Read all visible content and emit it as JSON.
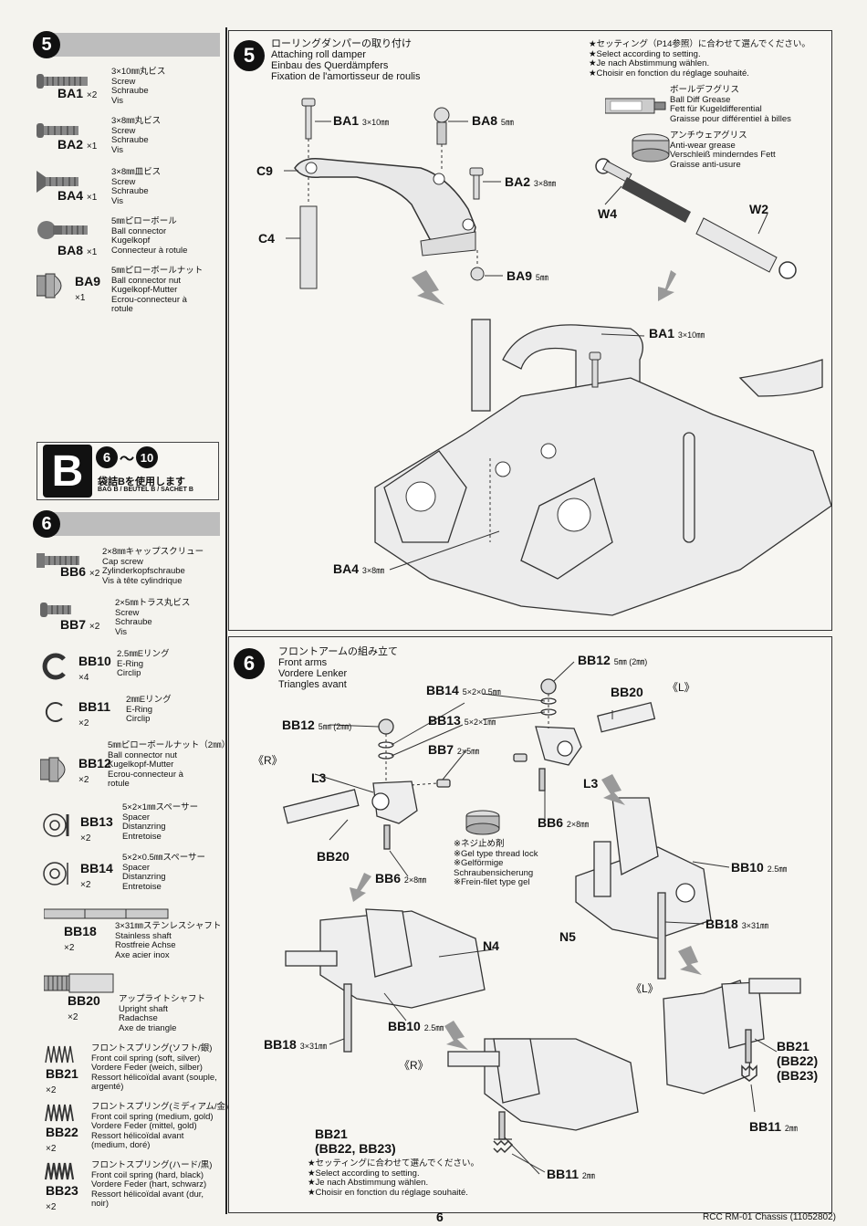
{
  "sidebar": {
    "step5": {
      "number": "5",
      "parts": [
        {
          "code": "BA1",
          "count": "×2",
          "desc": "3×10㎜丸ビス\nScrew\nSchraube\nVis"
        },
        {
          "code": "BA2",
          "count": "×1",
          "desc": "3×8㎜丸ビス\nScrew\nSchraube\nVis"
        },
        {
          "code": "BA4",
          "count": "×1",
          "desc": "3×8㎜皿ビス\nScrew\nSchraube\nVis"
        },
        {
          "code": "BA8",
          "count": "×1",
          "desc": "5㎜ピローボール\nBall connector\nKugelkopf\nConnecteur à rotule"
        },
        {
          "code": "BA9",
          "count": "×1",
          "desc": "5㎜ピローボールナット\nBall connector nut\nKugelkopf-Mutter\nEcrou-connecteur à\nrotule"
        }
      ]
    },
    "bag": {
      "letter": "B",
      "range_start": "6",
      "range_sep": "〜",
      "range_end": "10",
      "jp": "袋詰Bを使用します",
      "en": "BAG B / BEUTEL B / SACHET B"
    },
    "step6": {
      "number": "6",
      "parts": [
        {
          "code": "BB6",
          "count": "×2",
          "desc": "2×8㎜キャップスクリュー\nCap screw\nZylinderkopfschraube\nVis à tête cylindrique"
        },
        {
          "code": "BB7",
          "count": "×2",
          "desc": "2×5㎜トラス丸ビス\nScrew\nSchraube\nVis"
        },
        {
          "code": "BB10",
          "count": "×4",
          "desc": "2.5㎜Eリング\nE-Ring\nCirclip"
        },
        {
          "code": "BB11",
          "count": "×2",
          "desc": "2㎜Eリング\nE-Ring\nCirclip"
        },
        {
          "code": "BB12",
          "count": "×2",
          "desc": "5㎜ピローボールナット（2㎜）\nBall connector nut\nKugelkopf-Mutter\nEcrou-connecteur à\nrotule"
        },
        {
          "code": "BB13",
          "count": "×2",
          "desc": "5×2×1㎜スペーサー\nSpacer\nDistanzring\nEntretoise"
        },
        {
          "code": "BB14",
          "count": "×2",
          "desc": "5×2×0.5㎜スペーサー\nSpacer\nDistanzring\nEntretoise"
        },
        {
          "code": "BB18",
          "count": "×2",
          "desc": "3×31㎜ステンレスシャフト\nStainless shaft\nRostfreie Achse\nAxe acier inox"
        },
        {
          "code": "BB20",
          "count": "×2",
          "desc": "アップライトシャフト\nUpright shaft\nRadachse\nAxe de triangle"
        },
        {
          "code": "BB21",
          "count": "×2",
          "desc": "フロントスプリング(ソフト/銀)\nFront coil spring (soft, silver)\nVordere Feder (weich, silber)\nRessort hélicoïdal avant (souple,\nargenté)"
        },
        {
          "code": "BB22",
          "count": "×2",
          "desc": "フロントスプリング(ミディアム/金)\nFront coil spring (medium, gold)\nVordere Feder (mittel, gold)\nRessort hélicoïdal avant\n(medium, doré)"
        },
        {
          "code": "BB23",
          "count": "×2",
          "desc": "フロントスプリング(ハード/黒)\nFront coil spring (hard, black)\nVordere Feder (hart, schwarz)\nRessort hélicoïdal avant (dur,\nnoir)"
        }
      ]
    }
  },
  "panel5": {
    "number": "5",
    "title": "ローリングダンパーの取り付け\nAttaching roll damper\nEinbau des Querdämpfers\nFixation de l'amortisseur de roulis",
    "setting_note": "★セッティング（P14参照）に合わせて選んでください。\n★Select according to setting.\n★Je nach Abstimmung wählen.\n★Choisir en fonction du réglage souhaité.",
    "grease1": "ボールデフグリス\nBall Diff Grease\nFett für Kugeldifferential\nGraisse pour différentiel à billes",
    "grease2": "アンチウェアグリス\nAnti-wear grease\nVerschleiß minderndes Fett\nGraisse anti-usure",
    "labels": {
      "ba1": "BA1",
      "ba1_size": "3×10㎜",
      "ba8": "BA8",
      "ba8_size": "5㎜",
      "ba2": "BA2",
      "ba2_size": "3×8㎜",
      "ba9": "BA9",
      "ba9_size": "5㎜",
      "c9": "C9",
      "c4": "C4",
      "w4": "W4",
      "w2": "W2",
      "ba1b": "BA1",
      "ba1b_size": "3×10㎜",
      "ba4": "BA4",
      "ba4_size": "3×8㎜"
    }
  },
  "panel6": {
    "number": "6",
    "title": "フロントアームの組み立て\nFront arms\nVordere Lenker\nTriangles avant",
    "gel_note": "※ネジ止め剤\n※Gel type thread lock\n※Gelförmige\nSchraubensicherung\n※Frein-filet type gel",
    "setting_note": "★セッティングに合わせて選んでください。\n★Select according to setting.\n★Je nach Abstimmung wählen.\n★Choisir en fonction du réglage souhaité.",
    "labels": {
      "bb12a": "BB12",
      "bb12a_size": "5㎜ (2㎜)",
      "bb14": "BB14",
      "bb14_size": "5×2×0.5㎜",
      "bb20a": "BB20",
      "L": "《L》",
      "bb12b": "BB12",
      "bb12b_size": "5㎜ (2㎜)",
      "bb13": "BB13",
      "bb13_size": "5×2×1㎜",
      "R": "《R》",
      "bb7": "BB7",
      "bb7_size": "2×5㎜",
      "l3a": "L3",
      "l3b": "L3",
      "bb6a": "BB6",
      "bb6a_size": "2×8㎜",
      "bb20b": "BB20",
      "bb6b": "BB6",
      "bb6b_size": "2×8㎜",
      "bb10a": "BB10",
      "bb10a_size": "2.5㎜",
      "n5": "N5",
      "bb18a": "BB18",
      "bb18a_size": "3×31㎜",
      "n4": "N4",
      "L2": "《L》",
      "bb10b": "BB10",
      "bb10b_size": "2.5㎜",
      "bb18b": "BB18",
      "bb18b_size": "3×31㎜",
      "R2": "《R》",
      "bb21a": "BB21",
      "bb21a_alt1": "(BB22)",
      "bb21a_alt2": "(BB23)",
      "bb11a": "BB11",
      "bb11a_size": "2㎜",
      "bb21b": "BB21",
      "bb21b_alt": "(BB22, BB23)",
      "bb11b": "BB11",
      "bb11b_size": "2㎜"
    }
  },
  "footer": {
    "page": "6",
    "doc": "RCC RM-01 Chassis (11052802)"
  }
}
